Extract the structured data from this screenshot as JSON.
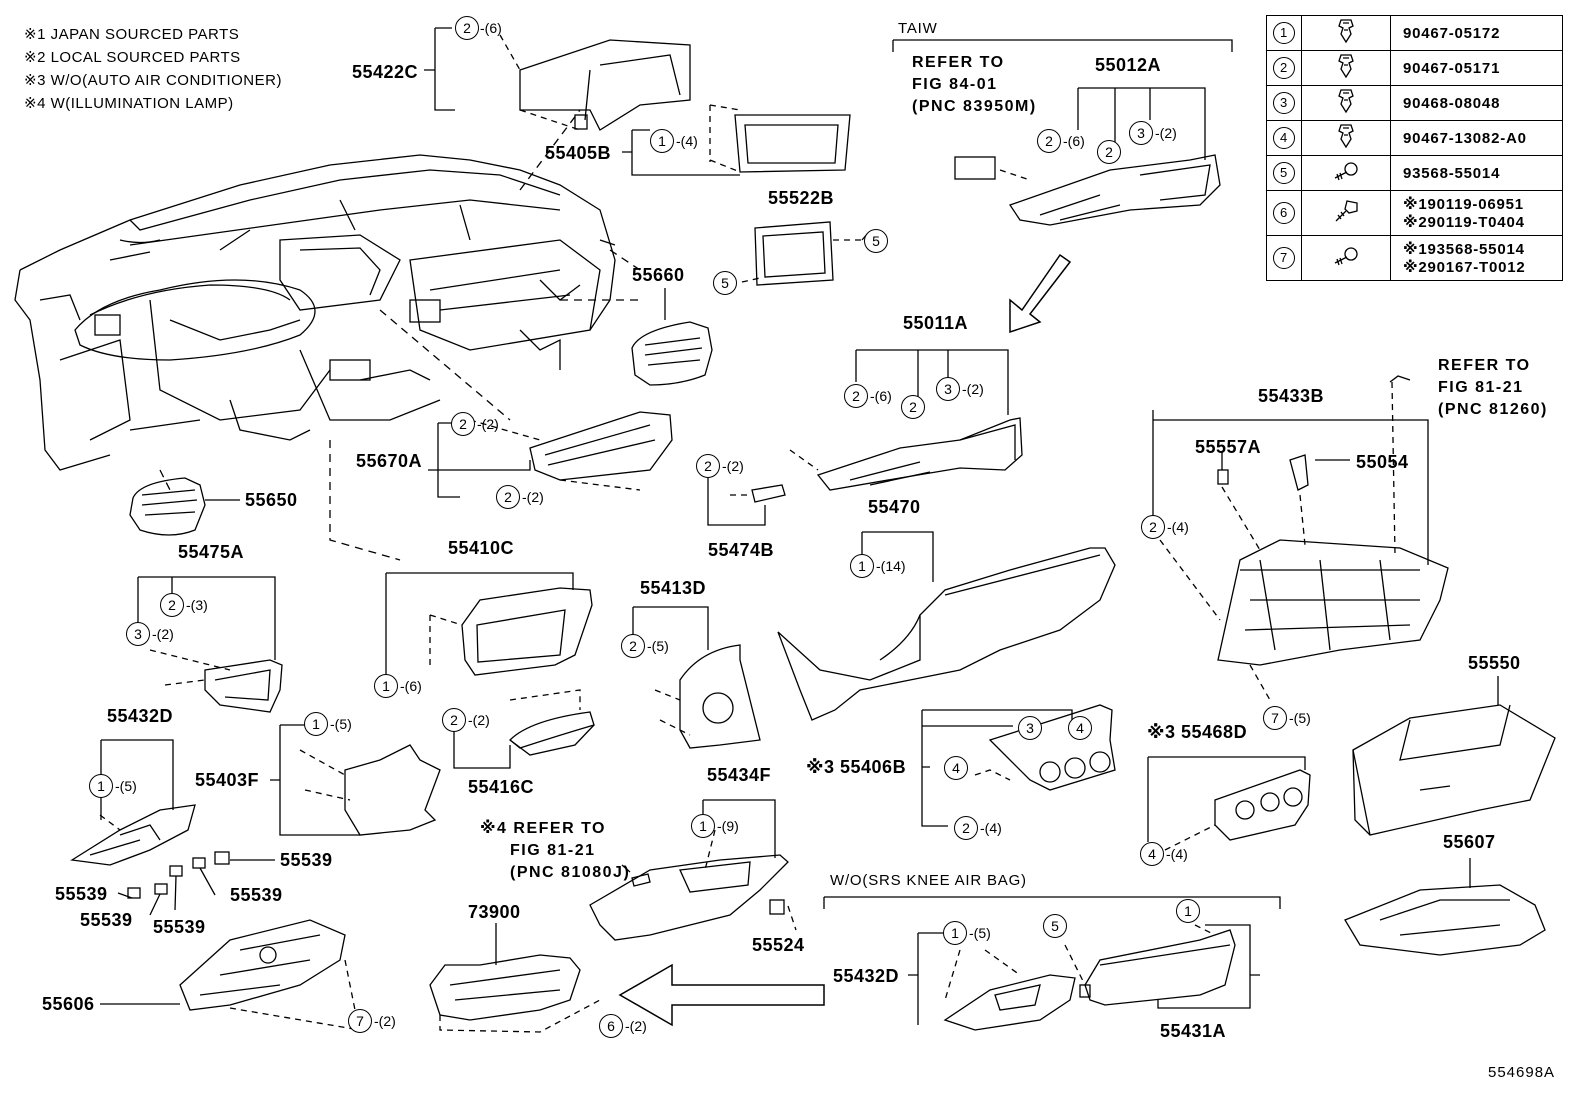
{
  "notes": [
    "※1 JAPAN SOURCED PARTS",
    "※2 LOCAL SOURCED PARTS",
    "※3 W/O(AUTO AIR CONDITIONER)",
    "※4 W(ILLUMINATION LAMP)"
  ],
  "fasteners": [
    {
      "no": "1",
      "icon": "clip-icon",
      "part": "90467-05172"
    },
    {
      "no": "2",
      "icon": "clip-icon",
      "part": "90467-05171"
    },
    {
      "no": "3",
      "icon": "clip-icon",
      "part": "90468-08048"
    },
    {
      "no": "4",
      "icon": "clip-icon",
      "part": "90467-13082-A0"
    },
    {
      "no": "5",
      "icon": "screw-icon",
      "part": "93568-55014"
    },
    {
      "no": "6",
      "icon": "bolt-icon",
      "part": "※190119-06951",
      "part2": "※290119-T0404"
    },
    {
      "no": "7",
      "icon": "screw-icon",
      "part": "※193568-55014",
      "part2": "※290167-T0012"
    }
  ],
  "taiw": {
    "label": "TAIW",
    "ref1": "REFER TO",
    "ref2": "FIG 84-01",
    "ref3": "(PNC 83950M)"
  },
  "refer_81_21_right": {
    "l1": "REFER TO",
    "l2": "FIG 81-21",
    "l3": "(PNC 81260)"
  },
  "refer_81_21_mid": {
    "l1": "※4 REFER TO",
    "l2": "FIG 81-21",
    "l3": "(PNC 81080J)"
  },
  "knee_airbag": "W/O(SRS KNEE AIR BAG)",
  "parts": {
    "p55422C": "55422C",
    "p55405B": "55405B",
    "p55012A": "55012A",
    "p55522B": "55522B",
    "p55660": "55660",
    "p55011A": "55011A",
    "p55433B": "55433B",
    "p55557A": "55557A",
    "p55054": "55054",
    "p55670A": "55670A",
    "p55650": "55650",
    "p55474B": "55474B",
    "p55470": "55470",
    "p55475A": "55475A",
    "p55410C": "55410C",
    "p55413D": "55413D",
    "p55432D": "55432D",
    "p55403F": "55403F",
    "p55416C": "55416C",
    "p55434F": "55434F",
    "p55406B": "※3 55406B",
    "p55468D": "※3 55468D",
    "p55550": "55550",
    "p55607": "55607",
    "p55539a": "55539",
    "p55539b": "55539",
    "p55539c": "55539",
    "p55539d": "55539",
    "p55539e": "55539",
    "p73900": "73900",
    "p55524": "55524",
    "p55606": "55606",
    "p55432D2": "55432D",
    "p55431A": "55431A"
  },
  "callouts": {
    "c_422_n": "2",
    "c_422_q": "-(6)",
    "c_405_n": "1",
    "c_405_q": "-(4)",
    "c_012a_n": "2",
    "c_012a_q": "-(6)",
    "c_012b_n": "2",
    "c_012c_n": "3",
    "c_012c_q": "-(2)",
    "c_522a_n": "5",
    "c_522b_n": "5",
    "c_011a_n": "2",
    "c_011a_q": "-(6)",
    "c_011b_n": "2",
    "c_011c_n": "3",
    "c_011c_q": "-(2)",
    "c_670a_n": "2",
    "c_670a_q": "-(2)",
    "c_670b_n": "2",
    "c_670b_q": "-(2)",
    "c_474_n": "2",
    "c_474_q": "-(2)",
    "c_433_n": "2",
    "c_433_q": "-(4)",
    "c_470_n": "1",
    "c_470_q": "-(14)",
    "c_475a_n": "2",
    "c_475a_q": "-(3)",
    "c_475b_n": "3",
    "c_475b_q": "-(2)",
    "c_410_n": "1",
    "c_410_q": "-(6)",
    "c_413_n": "2",
    "c_413_q": "-(5)",
    "c_432_n": "1",
    "c_432_q": "-(5)",
    "c_403_n": "1",
    "c_403_q": "-(5)",
    "c_416_n": "2",
    "c_416_q": "-(2)",
    "c_406a_n": "3",
    "c_406b_n": "4",
    "c_406c_n": "4",
    "c_406d_n": "2",
    "c_406d_q": "-(4)",
    "c_433b_n": "7",
    "c_433b_q": "-(5)",
    "c_468_n": "4",
    "c_468_q": "-(4)",
    "c_434_n": "1",
    "c_434_q": "-(9)",
    "c_606_n": "7",
    "c_606_q": "-(2)",
    "c_739_n": "6",
    "c_739_q": "-(2)",
    "c_432b_n": "1",
    "c_432b_q": "-(5)",
    "c_431a_n": "5",
    "c_431b_n": "1"
  },
  "figure_id": "554698A"
}
